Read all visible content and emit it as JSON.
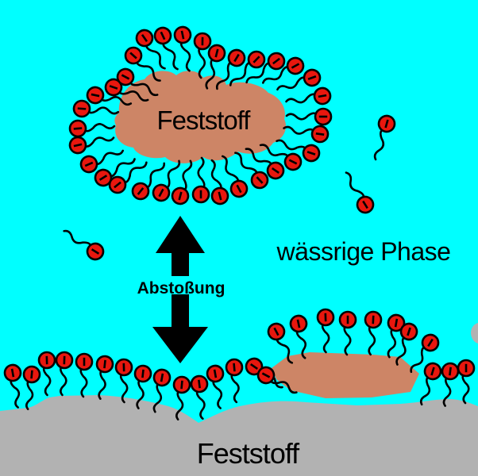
{
  "labels": {
    "top_particle": "Feststoff",
    "aqueous_phase": "wässrige Phase",
    "repulsion": "Abstoßung",
    "bottom_solid": "Feststoff"
  },
  "colors": {
    "background": "#00ffff",
    "solid_particle": "#cd8566",
    "solid_surface": "#b2b2b2",
    "surfactant_head": "#e8170e",
    "outline": "#000000"
  },
  "molecules": {
    "head_radius": 10,
    "outline_width": 2.6,
    "groups": {
      "top_micelle": {
        "tail_length": 46,
        "items": [
          [
            168,
            70,
            42
          ],
          [
            182,
            48,
            55
          ],
          [
            205,
            45,
            65
          ],
          [
            230,
            44,
            78
          ],
          [
            255,
            52,
            91
          ],
          [
            273,
            67,
            104
          ],
          [
            298,
            73,
            121
          ],
          [
            323,
            75,
            134
          ],
          [
            348,
            77,
            143
          ],
          [
            372,
            83,
            151
          ],
          [
            393,
            98,
            160
          ],
          [
            406,
            121,
            170
          ],
          [
            407,
            147,
            180
          ],
          [
            403,
            169,
            188
          ],
          [
            392,
            193,
            198
          ],
          [
            369,
            204,
            206
          ],
          [
            347,
            215,
            215
          ],
          [
            327,
            227,
            227
          ],
          [
            301,
            238,
            242
          ],
          [
            277,
            247,
            256
          ],
          [
            253,
            245,
            270
          ],
          [
            227,
            247,
            285
          ],
          [
            203,
            243,
            298
          ],
          [
            177,
            241,
            309
          ],
          [
            148,
            233,
            321
          ],
          [
            130,
            224,
            328
          ],
          [
            112,
            207,
            337
          ],
          [
            98,
            183,
            347
          ],
          [
            98,
            162,
            355
          ],
          [
            103,
            137,
            4
          ],
          [
            120,
            120,
            12
          ],
          [
            143,
            110,
            19
          ],
          [
            158,
            97,
            28
          ]
        ]
      },
      "bottom_surface_row": {
        "tail_length": 44,
        "items": [
          [
            16,
            470,
            80
          ],
          [
            40,
            472,
            95
          ],
          [
            59,
            454,
            88
          ],
          [
            81,
            454,
            92
          ],
          [
            106,
            456,
            90
          ],
          [
            132,
            459,
            96
          ],
          [
            156,
            463,
            88
          ],
          [
            180,
            471,
            96
          ],
          [
            204,
            476,
            100
          ],
          [
            229,
            485,
            95
          ],
          [
            251,
            484,
            83
          ],
          [
            271,
            471,
            80
          ],
          [
            295,
            463,
            85
          ]
        ]
      },
      "bottom_particle_coat": {
        "tail_length": 44,
        "items": [
          [
            320,
            462,
            35
          ],
          [
            335,
            473,
            28
          ],
          [
            348,
            418,
            62
          ],
          [
            376,
            408,
            78
          ],
          [
            410,
            400,
            88
          ],
          [
            438,
            403,
            90
          ],
          [
            470,
            403,
            93
          ],
          [
            499,
            407,
            100
          ],
          [
            515,
            418,
            108
          ],
          [
            542,
            432,
            122
          ],
          [
            545,
            468,
            107
          ],
          [
            567,
            468,
            97
          ],
          [
            587,
            464,
            90
          ]
        ]
      },
      "free_molecules": {
        "tail_length": 47,
        "items": [
          [
            120,
            317,
            212
          ],
          [
            487,
            156,
            106
          ],
          [
            460,
            258,
            238
          ]
        ]
      }
    }
  }
}
